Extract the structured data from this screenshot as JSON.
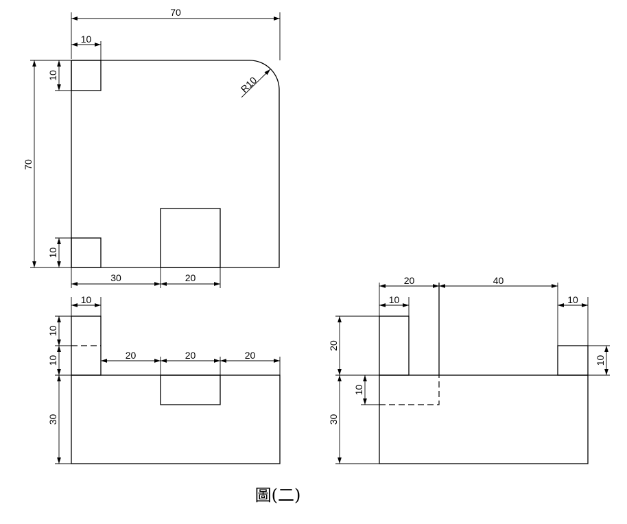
{
  "top_view": {
    "dims": {
      "overall_width": "70",
      "overall_height": "70",
      "square_top_width": "10",
      "square_top_height": "10",
      "square_bottom_height": "10",
      "radius": "R10",
      "offset_left": "30",
      "rect_width": "20"
    }
  },
  "front_view": {
    "dims": {
      "step_width": "10",
      "step_upper": "10",
      "step_lower": "10",
      "seg_1": "20",
      "seg_2": "20",
      "seg_3": "20",
      "base_height": "30"
    }
  },
  "side_view": {
    "dims": {
      "left_block": "20",
      "inner_width": "10",
      "middle_span": "40",
      "right_width": "10",
      "left_height": "20",
      "hidden_depth": "10",
      "right_height": "10",
      "base_height": "30"
    }
  },
  "caption": "圖(二)"
}
